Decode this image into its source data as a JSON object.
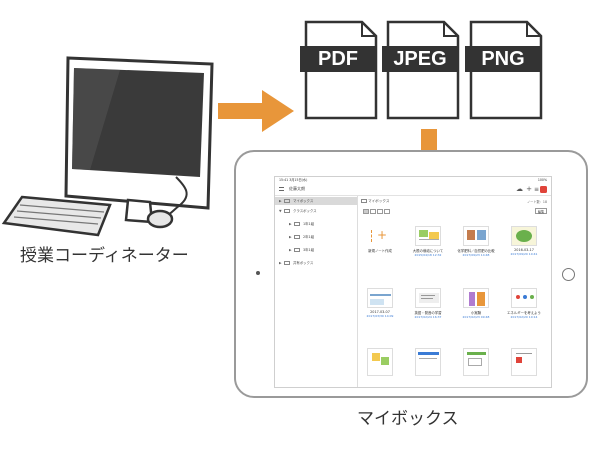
{
  "captions": {
    "coordinator": "授業コーディネーター",
    "mybox": "マイボックス"
  },
  "formats": [
    "PDF",
    "JPEG",
    "PNG"
  ],
  "colors": {
    "arrow": "#E8963A",
    "label_bg": "#333333",
    "accent_red": "#E0443A"
  },
  "app": {
    "status_left": "15:41 3月15日(水)",
    "status_right": "100%",
    "user": "佐藤太朗",
    "sidebar": [
      {
        "label": "マイボックス",
        "level": 0,
        "active": true
      },
      {
        "label": "クラスボックス",
        "level": 0,
        "active": false
      },
      {
        "label": "1年1組",
        "level": 1,
        "active": false
      },
      {
        "label": "2年1組",
        "level": 1,
        "active": false
      },
      {
        "label": "3年1組",
        "level": 1,
        "active": false
      },
      {
        "label": "共有ボックス",
        "level": 0,
        "active": false
      }
    ],
    "main_title": "マイボックス",
    "count": "ノート数：18",
    "edit": "編集",
    "notes": [
      {
        "title": "新規ノート作成",
        "date": ""
      },
      {
        "title": "大根の栽培について",
        "date": "2015/04/18 12:32"
      },
      {
        "title": "化学肥料／自然肥の比較",
        "date": "2017/09/23 14:48"
      },
      {
        "title": "2016-03-17",
        "date": "2017/09/20 10:41"
      },
      {
        "title": "2017-03-07",
        "date": "2017/03/30 14:09"
      },
      {
        "title": "英語・発音の学習",
        "date": "2017/02/24 16:37"
      },
      {
        "title": "小実験",
        "date": "2017/02/23 09:48"
      },
      {
        "title": "エネルギーを考えよう",
        "date": "2017/02/20 10:14"
      },
      {
        "title": "",
        "date": ""
      },
      {
        "title": "",
        "date": ""
      },
      {
        "title": "",
        "date": ""
      },
      {
        "title": "",
        "date": ""
      }
    ]
  }
}
